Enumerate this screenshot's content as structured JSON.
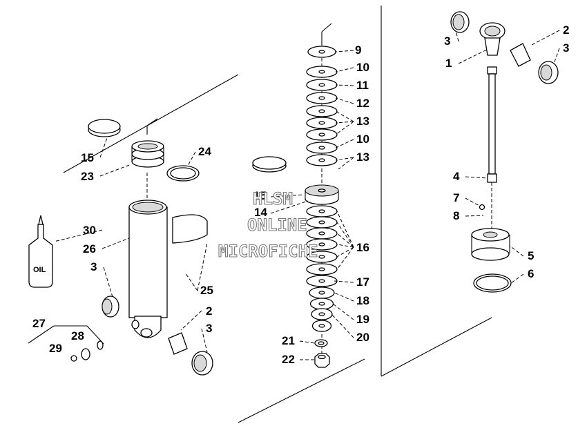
{
  "diagram": {
    "callouts": [
      {
        "id": "c9",
        "text": "9"
      },
      {
        "id": "c10a",
        "text": "10"
      },
      {
        "id": "c11",
        "text": "11"
      },
      {
        "id": "c12",
        "text": "12"
      },
      {
        "id": "c13a",
        "text": "13"
      },
      {
        "id": "c10b",
        "text": "10"
      },
      {
        "id": "c13b",
        "text": "13"
      },
      {
        "id": "c15c",
        "text": "15"
      },
      {
        "id": "c14",
        "text": "14"
      },
      {
        "id": "c16",
        "text": "16"
      },
      {
        "id": "c17",
        "text": "17"
      },
      {
        "id": "c18",
        "text": "18"
      },
      {
        "id": "c19",
        "text": "19"
      },
      {
        "id": "c20",
        "text": "20"
      },
      {
        "id": "c21",
        "text": "21"
      },
      {
        "id": "c22",
        "text": "22"
      },
      {
        "id": "c15l",
        "text": "15"
      },
      {
        "id": "c23",
        "text": "23"
      },
      {
        "id": "c24",
        "text": "24"
      },
      {
        "id": "c30",
        "text": "30"
      },
      {
        "id": "c26",
        "text": "26"
      },
      {
        "id": "c3l",
        "text": "3"
      },
      {
        "id": "c25",
        "text": "25"
      },
      {
        "id": "c2l",
        "text": "2"
      },
      {
        "id": "c3b",
        "text": "3"
      },
      {
        "id": "c27",
        "text": "27"
      },
      {
        "id": "c28",
        "text": "28"
      },
      {
        "id": "c29",
        "text": "29"
      },
      {
        "id": "c3tr",
        "text": "3"
      },
      {
        "id": "c2tr",
        "text": "2"
      },
      {
        "id": "c3r",
        "text": "3"
      },
      {
        "id": "c1",
        "text": "1"
      },
      {
        "id": "c4",
        "text": "4"
      },
      {
        "id": "c7",
        "text": "7"
      },
      {
        "id": "c8",
        "text": "8"
      },
      {
        "id": "c5",
        "text": "5"
      },
      {
        "id": "c6",
        "text": "6"
      }
    ],
    "oil_bottle_label": "OIL",
    "watermark": [
      "HLSM",
      "ONLINE",
      "MICROFICHE"
    ]
  }
}
